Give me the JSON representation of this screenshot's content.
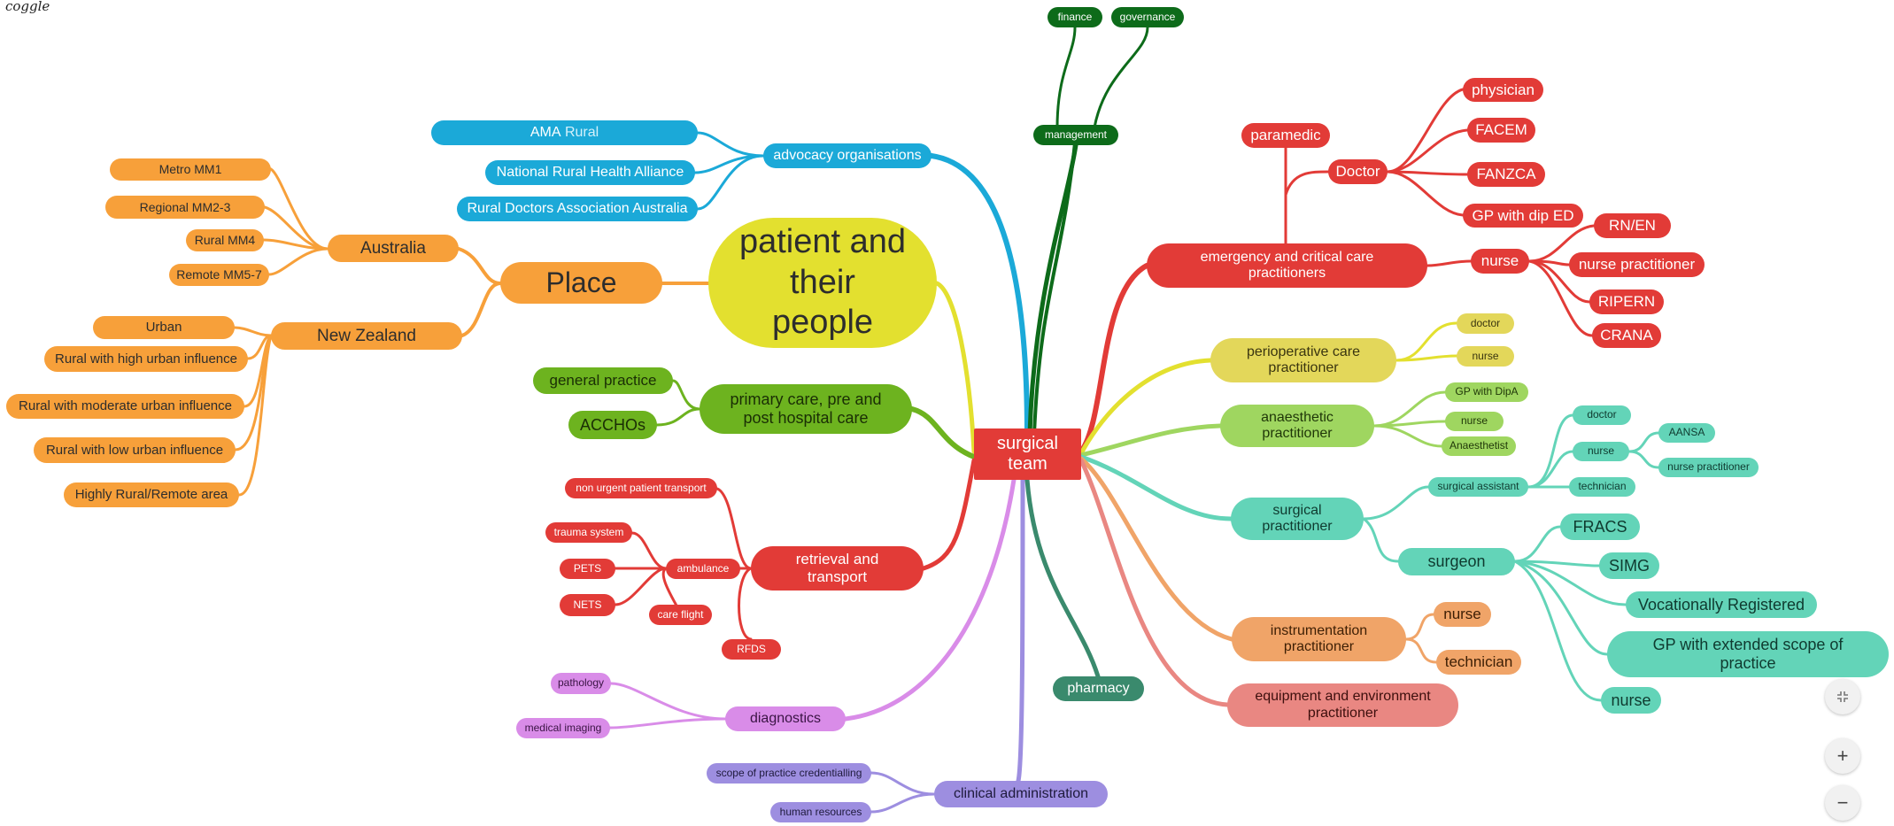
{
  "app": {
    "logo_text": "coggle"
  },
  "colors": {
    "orange": "#f7a03a",
    "yellow": "#e3e02f",
    "green": "#6db31f",
    "red": "#e23b37",
    "blue": "#1ba9d8",
    "darkgreen": "#0d6b1a",
    "lightgreen": "#9fd660",
    "teal": "#63d4b8",
    "salmon": "#f0a468",
    "pink": "#e98782",
    "violet": "#d98ce8",
    "purple": "#9d8ee0",
    "pine": "#3a8a6d"
  },
  "nodes": {
    "center": "surgical team",
    "patient": "patient and their people",
    "place": "Place",
    "australia": "Australia",
    "metro": "Metro MM1",
    "regional": "Regional MM2-3",
    "rural_mm4": "Rural MM4",
    "remote": "Remote MM5-7",
    "nz": "New Zealand",
    "urban": "Urban",
    "rural_high": "Rural with high urban influence",
    "rural_moderate": "Rural with moderate urban influence",
    "rural_low": "Rural with low urban influence",
    "highly_rural": "Highly Rural/Remote area",
    "advocacy": "advocacy organisations",
    "ama_rural_a": "AMA",
    "ama_rural_b": "Rural",
    "nrha": "National Rural Health Alliance",
    "rdaa": "Rural Doctors Association Australia",
    "management": "management",
    "finance": "finance",
    "governance": "governance",
    "primary": "primary care, pre and post hospital care",
    "general_practice": "general practice",
    "acchos": "ACCHOs",
    "retrieval": "retrieval and transport",
    "non_urgent": "non urgent patient transport",
    "trauma": "trauma system",
    "pets": "PETS",
    "nets": "NETS",
    "ambulance": "ambulance",
    "care_flight": "care flight",
    "rfds": "RFDS",
    "diagnostics": "diagnostics",
    "pathology": "pathology",
    "imaging": "medical imaging",
    "clinical_admin": "clinical administration",
    "scope": "scope of practice credentialling",
    "hr": "human resources",
    "pharmacy": "pharmacy",
    "emergency": "emergency and critical care practitioners",
    "paramedic": "paramedic",
    "doctor_em": "Doctor",
    "physician": "physician",
    "facem": "FACEM",
    "fanzca": "FANZCA",
    "gp_dip_ed": "GP with dip ED",
    "nurse_em": "nurse",
    "rn_en": "RN/EN",
    "nurse_practitioner_em": "nurse practitioner",
    "ripern": "RIPERN",
    "crana": "CRANA",
    "periop": "perioperative care practitioner",
    "periop_doctor": "doctor",
    "periop_nurse": "nurse",
    "anaesthetic": "anaesthetic practitioner",
    "gp_dipa": "GP with DipA",
    "anaes_nurse": "nurse",
    "anaesthetist": "Anaesthetist",
    "surgical_prac": "surgical practitioner",
    "surg_assistant": "surgical assistant",
    "sa_doctor": "doctor",
    "sa_nurse": "nurse",
    "aansa": "AANSA",
    "sa_np": "nurse practitioner",
    "sa_technician": "technician",
    "surgeon": "surgeon",
    "fracs": "FRACS",
    "simg": "SIMG",
    "voc_reg": "Vocationally Registered",
    "gp_extended": "GP with extended scope of practice",
    "surgeon_nurse": "nurse",
    "instrumentation": "instrumentation practitioner",
    "instr_nurse": "nurse",
    "instr_tech": "technician",
    "equipment": "equipment and environment practitioner"
  },
  "controls": {
    "fit_icon": "collapse-arrows-icon",
    "zoom_in_symbol": "+",
    "zoom_out_symbol": "−"
  }
}
